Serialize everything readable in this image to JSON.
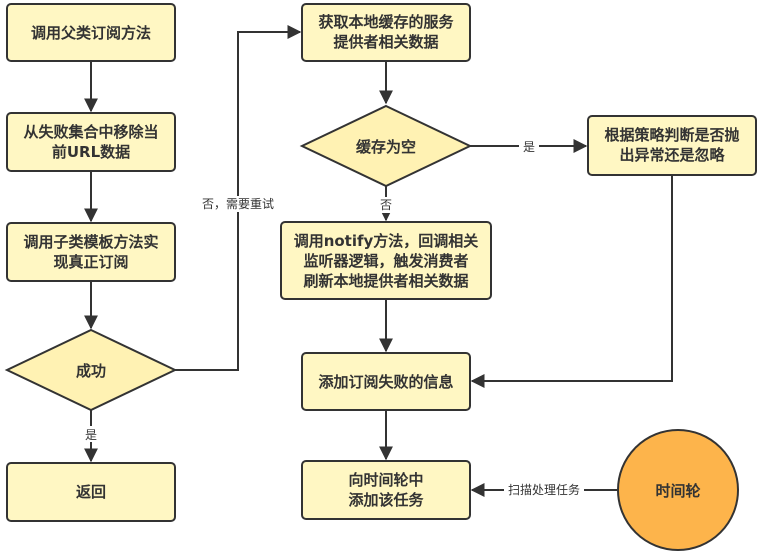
{
  "diagram": {
    "type": "flowchart",
    "colors": {
      "process_fill": "#fff7c3",
      "decision_fill": "#fff2b3",
      "terminal_fill": "#fdb44b",
      "stroke": "#333333",
      "text": "#333333"
    },
    "nodes": {
      "call_parent_subscribe": {
        "lines": [
          "调用父类订阅方法"
        ]
      },
      "remove_from_failed": {
        "lines": [
          "从失败集合中移除当",
          "前URL数据"
        ]
      },
      "call_child_template": {
        "lines": [
          "调用子类模板方法实",
          "现真正订阅"
        ]
      },
      "success_decision": {
        "lines": [
          "成功"
        ]
      },
      "return": {
        "lines": [
          "返回"
        ]
      },
      "get_local_cache": {
        "lines": [
          "获取本地缓存的服务",
          "提供者相关数据"
        ]
      },
      "cache_empty_decision": {
        "lines": [
          "缓存为空"
        ]
      },
      "policy_decide": {
        "lines": [
          "根据策略判断是否抛",
          "出异常还是忽略"
        ]
      },
      "call_notify": {
        "lines": [
          "调用notify方法，回调相关",
          "监听器逻辑，触发消费者",
          "刷新本地提供者相关数据"
        ]
      },
      "add_failed_subscribe": {
        "lines": [
          "添加订阅失败的信息"
        ]
      },
      "add_to_time_wheel": {
        "lines": [
          "向时间轮中",
          "添加该任务"
        ]
      },
      "time_wheel": {
        "lines": [
          "时间轮"
        ]
      }
    },
    "edges": {
      "e1": {
        "from": "call_parent_subscribe",
        "to": "remove_from_failed",
        "label": ""
      },
      "e2": {
        "from": "remove_from_failed",
        "to": "call_child_template",
        "label": ""
      },
      "e3": {
        "from": "call_child_template",
        "to": "success_decision",
        "label": ""
      },
      "e4": {
        "from": "success_decision",
        "to": "return",
        "label": "是"
      },
      "e5": {
        "from": "success_decision",
        "to": "get_local_cache",
        "label": "否，需要重试"
      },
      "e6": {
        "from": "get_local_cache",
        "to": "cache_empty_decision",
        "label": ""
      },
      "e7": {
        "from": "cache_empty_decision",
        "to": "policy_decide",
        "label": "是"
      },
      "e8": {
        "from": "cache_empty_decision",
        "to": "call_notify",
        "label": "否"
      },
      "e9": {
        "from": "call_notify",
        "to": "add_failed_subscribe",
        "label": ""
      },
      "e10": {
        "from": "policy_decide",
        "to": "add_failed_subscribe",
        "label": ""
      },
      "e11": {
        "from": "add_failed_subscribe",
        "to": "add_to_time_wheel",
        "label": ""
      },
      "e12": {
        "from": "time_wheel",
        "to": "add_to_time_wheel",
        "label": "扫描处理任务"
      }
    }
  }
}
